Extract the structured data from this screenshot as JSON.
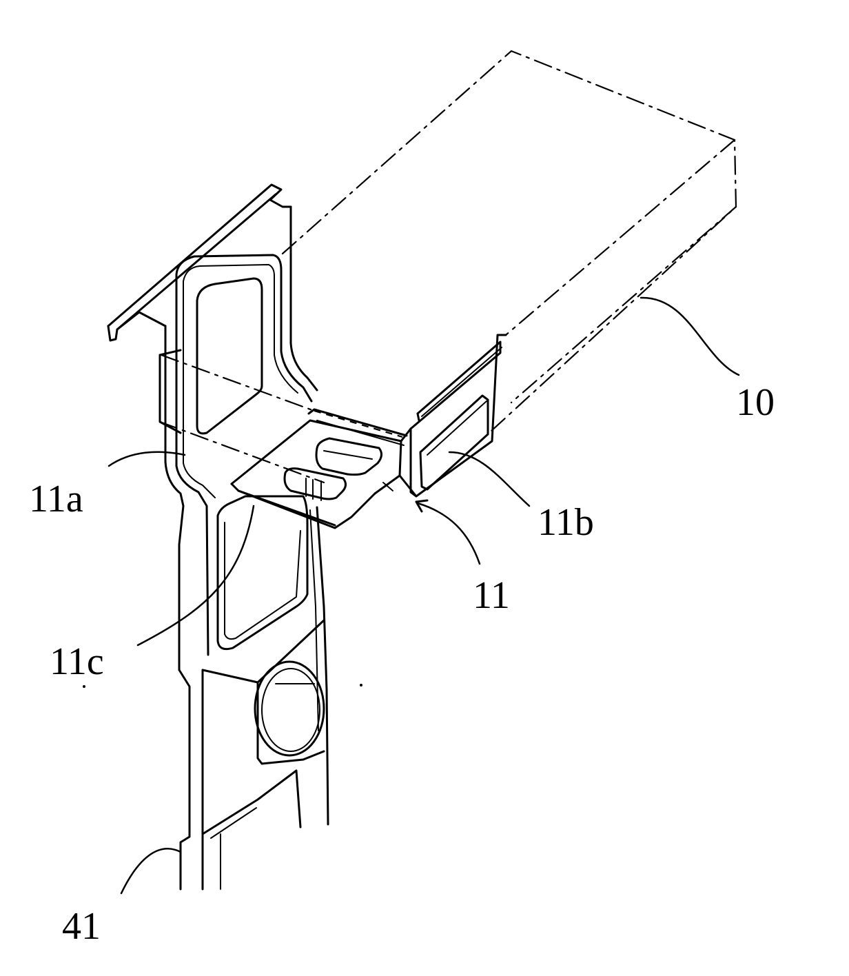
{
  "labels": {
    "ref_10": "10",
    "ref_11": "11",
    "ref_11a": "11a",
    "ref_11b": "11b",
    "ref_11c": "11c",
    "ref_41": "41"
  },
  "colors": {
    "line": "#000000",
    "background": "#ffffff"
  }
}
